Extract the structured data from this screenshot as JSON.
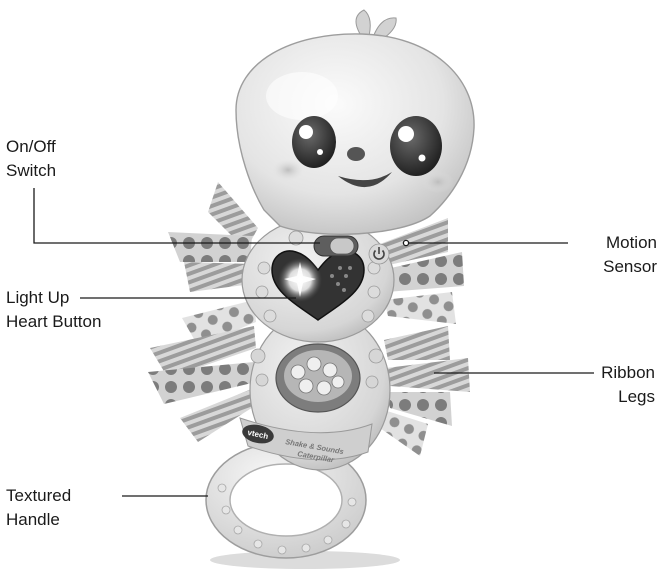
{
  "callouts": {
    "on_off": [
      "On/Off",
      "Switch"
    ],
    "light_up": [
      "Light Up",
      "Heart Button"
    ],
    "textured": [
      "Textured",
      "Handle"
    ],
    "motion": [
      "Motion",
      "Sensor"
    ],
    "ribbon": [
      "Ribbon",
      "Legs"
    ]
  },
  "toy_text": {
    "brand": "vtech",
    "name_line1": "Shake & Sounds",
    "name_line2": "Caterpillar"
  }
}
